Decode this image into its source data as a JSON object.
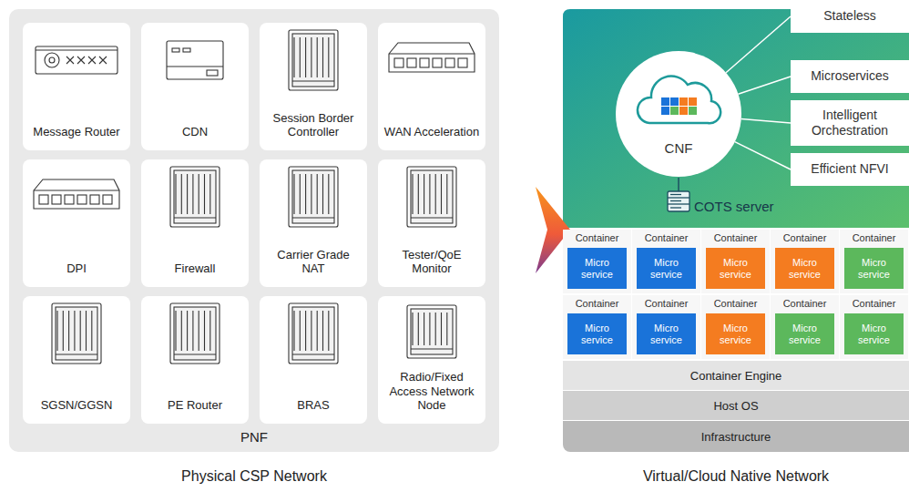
{
  "diagram": {
    "nodes": [
      {
        "text": [
          "PNF"
        ]
      },
      {
        "text": [
          "Message Router"
        ],
        "in": 0
      },
      {
        "text": [
          "CDN"
        ],
        "in": 0
      },
      {
        "text": [
          "Session Border Controller"
        ],
        "in": 0
      },
      {
        "text": [
          "WAN Acceleration"
        ],
        "in": 0
      },
      {
        "text": [
          "DPI"
        ],
        "in": 0
      },
      {
        "text": [
          "Firewall"
        ],
        "in": 0
      },
      {
        "text": [
          "Carrier Grade NAT"
        ],
        "in": 0
      },
      {
        "text": [
          "Tester/QoE Monitor"
        ],
        "in": 0
      },
      {
        "text": [
          "SGSN/GGSN"
        ],
        "in": 0
      },
      {
        "text": [
          "PE Router"
        ],
        "in": 0
      },
      {
        "text": [
          "BRAS"
        ],
        "in": 0
      },
      {
        "text": [
          "Radio/Fixed Access Network Node"
        ],
        "in": 0
      },
      {
        "text": [
          "CNF"
        ]
      },
      {
        "text": [
          "Stateless"
        ]
      },
      {
        "text": [
          "Microservices"
        ]
      },
      {
        "text": [
          "Intelligent Orchestration"
        ]
      },
      {
        "text": [
          "Efficient NFVI"
        ]
      },
      {
        "text": [
          "Container"
        ]
      },
      {
        "text": [
          "Micro service"
        ],
        "in": 18
      },
      {
        "text": [
          "Container"
        ]
      },
      {
        "text": [
          "Micro service"
        ],
        "in": 20
      },
      {
        "text": [
          "Container"
        ]
      },
      {
        "text": [
          "Micro service"
        ],
        "in": 22
      },
      {
        "text": [
          "Container"
        ]
      },
      {
        "text": [
          "Micro service"
        ],
        "in": 24
      },
      {
        "text": [
          "Container"
        ]
      },
      {
        "text": [
          "Micro service"
        ],
        "in": 26
      },
      {
        "text": [
          "Container"
        ]
      },
      {
        "text": [
          "Micro service"
        ],
        "in": 28
      },
      {
        "text": [
          "Container"
        ]
      },
      {
        "text": [
          "Micro service"
        ],
        "in": 30
      },
      {
        "text": [
          "Container"
        ]
      },
      {
        "text": [
          "Micro service"
        ],
        "in": 32
      },
      {
        "text": [
          "Container"
        ]
      },
      {
        "text": [
          "Micro service"
        ],
        "in": 34
      },
      {
        "text": [
          "Container"
        ]
      },
      {
        "text": [
          "Micro service"
        ],
        "in": 36
      },
      {
        "text": [
          "Container Engine"
        ]
      },
      {
        "text": [
          "Host OS"
        ]
      },
      {
        "text": [
          "Infrastructure"
        ]
      }
    ],
    "edges": [
      {
        "from": 13,
        "to": 14,
        "arrow": "none"
      },
      {
        "from": 13,
        "to": 15,
        "arrow": "none"
      },
      {
        "from": 13,
        "to": 16,
        "arrow": "none"
      },
      {
        "from": 13,
        "to": 17,
        "arrow": "none"
      }
    ],
    "labels": [
      "COTS server",
      "Physical CSP Network",
      "Virtual/Cloud Native Network"
    ]
  }
}
